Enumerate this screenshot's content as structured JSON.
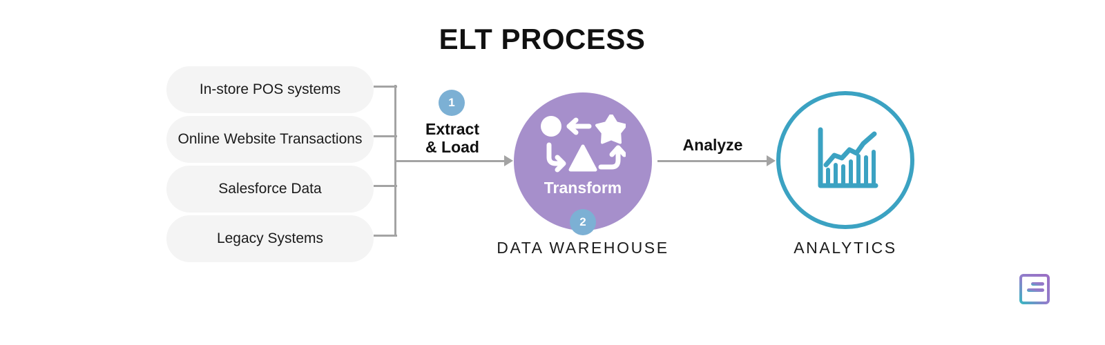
{
  "title": "ELT PROCESS",
  "sources": {
    "items": [
      {
        "label": "In-store POS systems"
      },
      {
        "label": "Online Website Transactions"
      },
      {
        "label": "Salesforce Data"
      },
      {
        "label": "Legacy Systems"
      }
    ]
  },
  "steps": [
    {
      "number": "1",
      "label": "Extract\n& Load"
    },
    {
      "number": "2",
      "label": "Analyze"
    }
  ],
  "flow": {
    "extract_label_line1": "Extract",
    "extract_label_line2": "& Load",
    "extract_badge": "1",
    "analyze_label": "Analyze",
    "warehouse_badge": "2"
  },
  "warehouse": {
    "inner_label": "Transform",
    "caption": "DATA WAREHOUSE",
    "icons": [
      "circle-shape-icon",
      "arrow-left-icon",
      "star-shape-icon",
      "curved-arrow-down-icon",
      "triangle-shape-icon",
      "curved-arrow-up-icon"
    ]
  },
  "analytics": {
    "caption": "ANALYTICS",
    "icon": "bar-chart-trend-icon"
  },
  "branding": {
    "logo": "square-bars-logo-icon"
  },
  "colors": {
    "background": "#ffffff",
    "pill_fill": "#f4f4f4",
    "connector_gray": "#a3a3a3",
    "badge_blue": "#7cb0d4",
    "warehouse_purple": "#a68fcb",
    "analytics_teal": "#3ba2c2",
    "text_dark": "#111111",
    "logo_gradient_start": "#9b6fc4",
    "logo_gradient_end": "#3bb5c2"
  }
}
